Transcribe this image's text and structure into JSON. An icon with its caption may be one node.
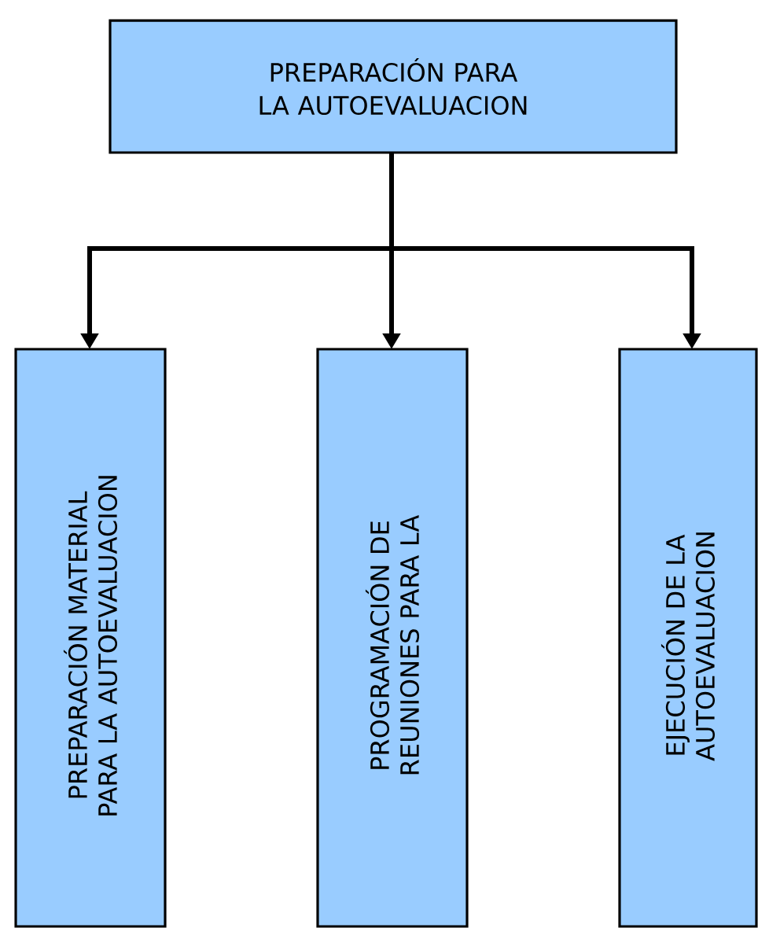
{
  "diagram": {
    "nodes": [
      {
        "text": [
          "PREPARACIÓN PARA LA AUTOEVALUACION"
        ]
      },
      {
        "text": [
          "PREPARACIÓN  MATERIAL PARA LA AUTOEVALUACION"
        ]
      },
      {
        "text": [
          "PROGRAMACIÓN  DE REUNIONES PARA LA"
        ]
      },
      {
        "text": [
          "EJECUCIÓN  DE LA AUTOEVALUACION"
        ]
      }
    ],
    "edges": [
      {
        "from": 0,
        "to": 1,
        "arrow": "to"
      },
      {
        "from": 0,
        "to": 2,
        "arrow": "to"
      },
      {
        "from": 0,
        "to": 3,
        "arrow": "to"
      }
    ]
  }
}
